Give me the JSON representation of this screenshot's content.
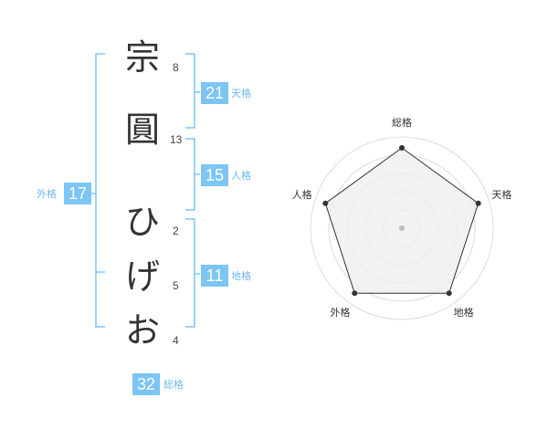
{
  "name": {
    "characters": [
      {
        "char": "宗",
        "strokes": "8"
      },
      {
        "char": "圓",
        "strokes": "13"
      },
      {
        "char": "ひ",
        "strokes": "2"
      },
      {
        "char": "げ",
        "strokes": "5"
      },
      {
        "char": "お",
        "strokes": "4"
      }
    ]
  },
  "fortune": {
    "tenkaku": {
      "value": "21",
      "label": "天格"
    },
    "jinkaku": {
      "value": "15",
      "label": "人格"
    },
    "chikaku": {
      "value": "11",
      "label": "地格"
    },
    "gaikaku": {
      "value": "17",
      "label": "外格"
    },
    "soukaku": {
      "value": "32",
      "label": "総格"
    }
  },
  "colors": {
    "accent": "#7cc5f4",
    "accent_text": "#6fb8ec",
    "bracket": "#7cc5f4",
    "radar_fill": "#eeeeee",
    "radar_line": "#333333"
  },
  "chart_data": {
    "type": "radar",
    "axes": [
      "総格",
      "天格",
      "地格",
      "外格",
      "人格"
    ],
    "levels": 5,
    "max": 5,
    "values": [
      4.4,
      4.4,
      4.4,
      4.4,
      4.4
    ],
    "grid": true
  }
}
